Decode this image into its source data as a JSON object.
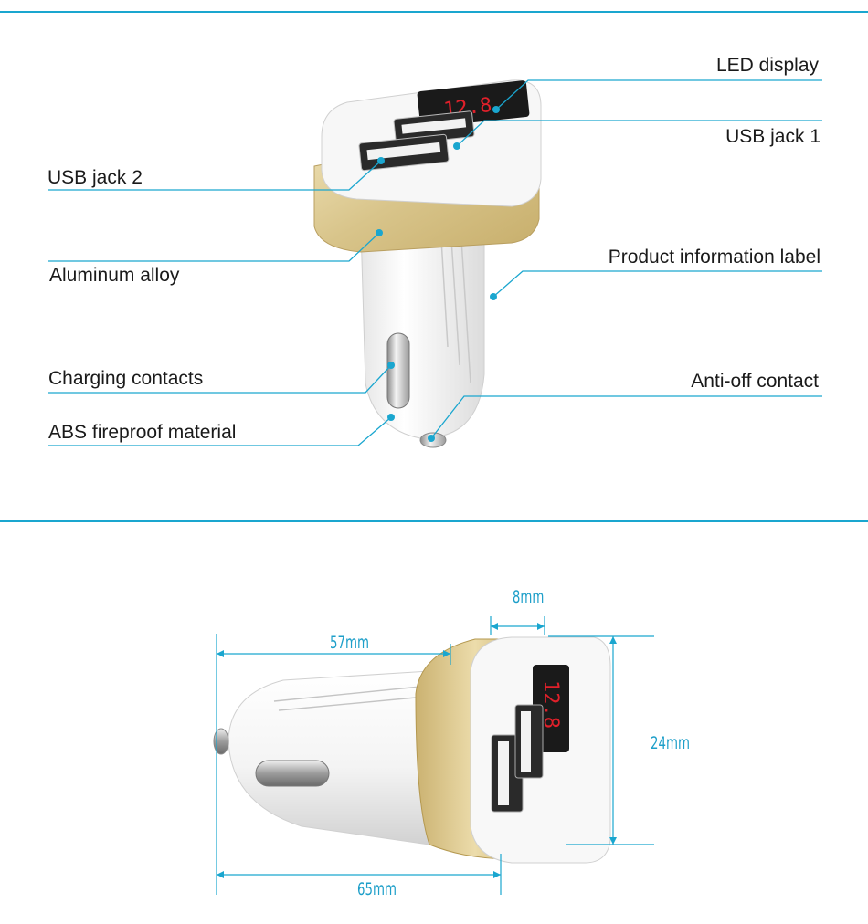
{
  "callouts": {
    "led_display": "LED display",
    "usb_jack_1": "USB jack 1",
    "usb_jack_2": "USB jack 2",
    "aluminum_alloy": "Aluminum alloy",
    "product_info_label": "Product information label",
    "charging_contacts": "Charging contacts",
    "anti_off_contact": "Anti-off contact",
    "abs_material": "ABS fireproof material"
  },
  "dimensions": {
    "depth": "8mm",
    "body_length": "57mm",
    "height": "24mm",
    "total_length": "65mm"
  },
  "colors": {
    "accent_line": "#1aa6cf",
    "dimension_text": "#1e9fc9",
    "gold_band": "#d8c48a",
    "led_red": "#e0202a"
  }
}
